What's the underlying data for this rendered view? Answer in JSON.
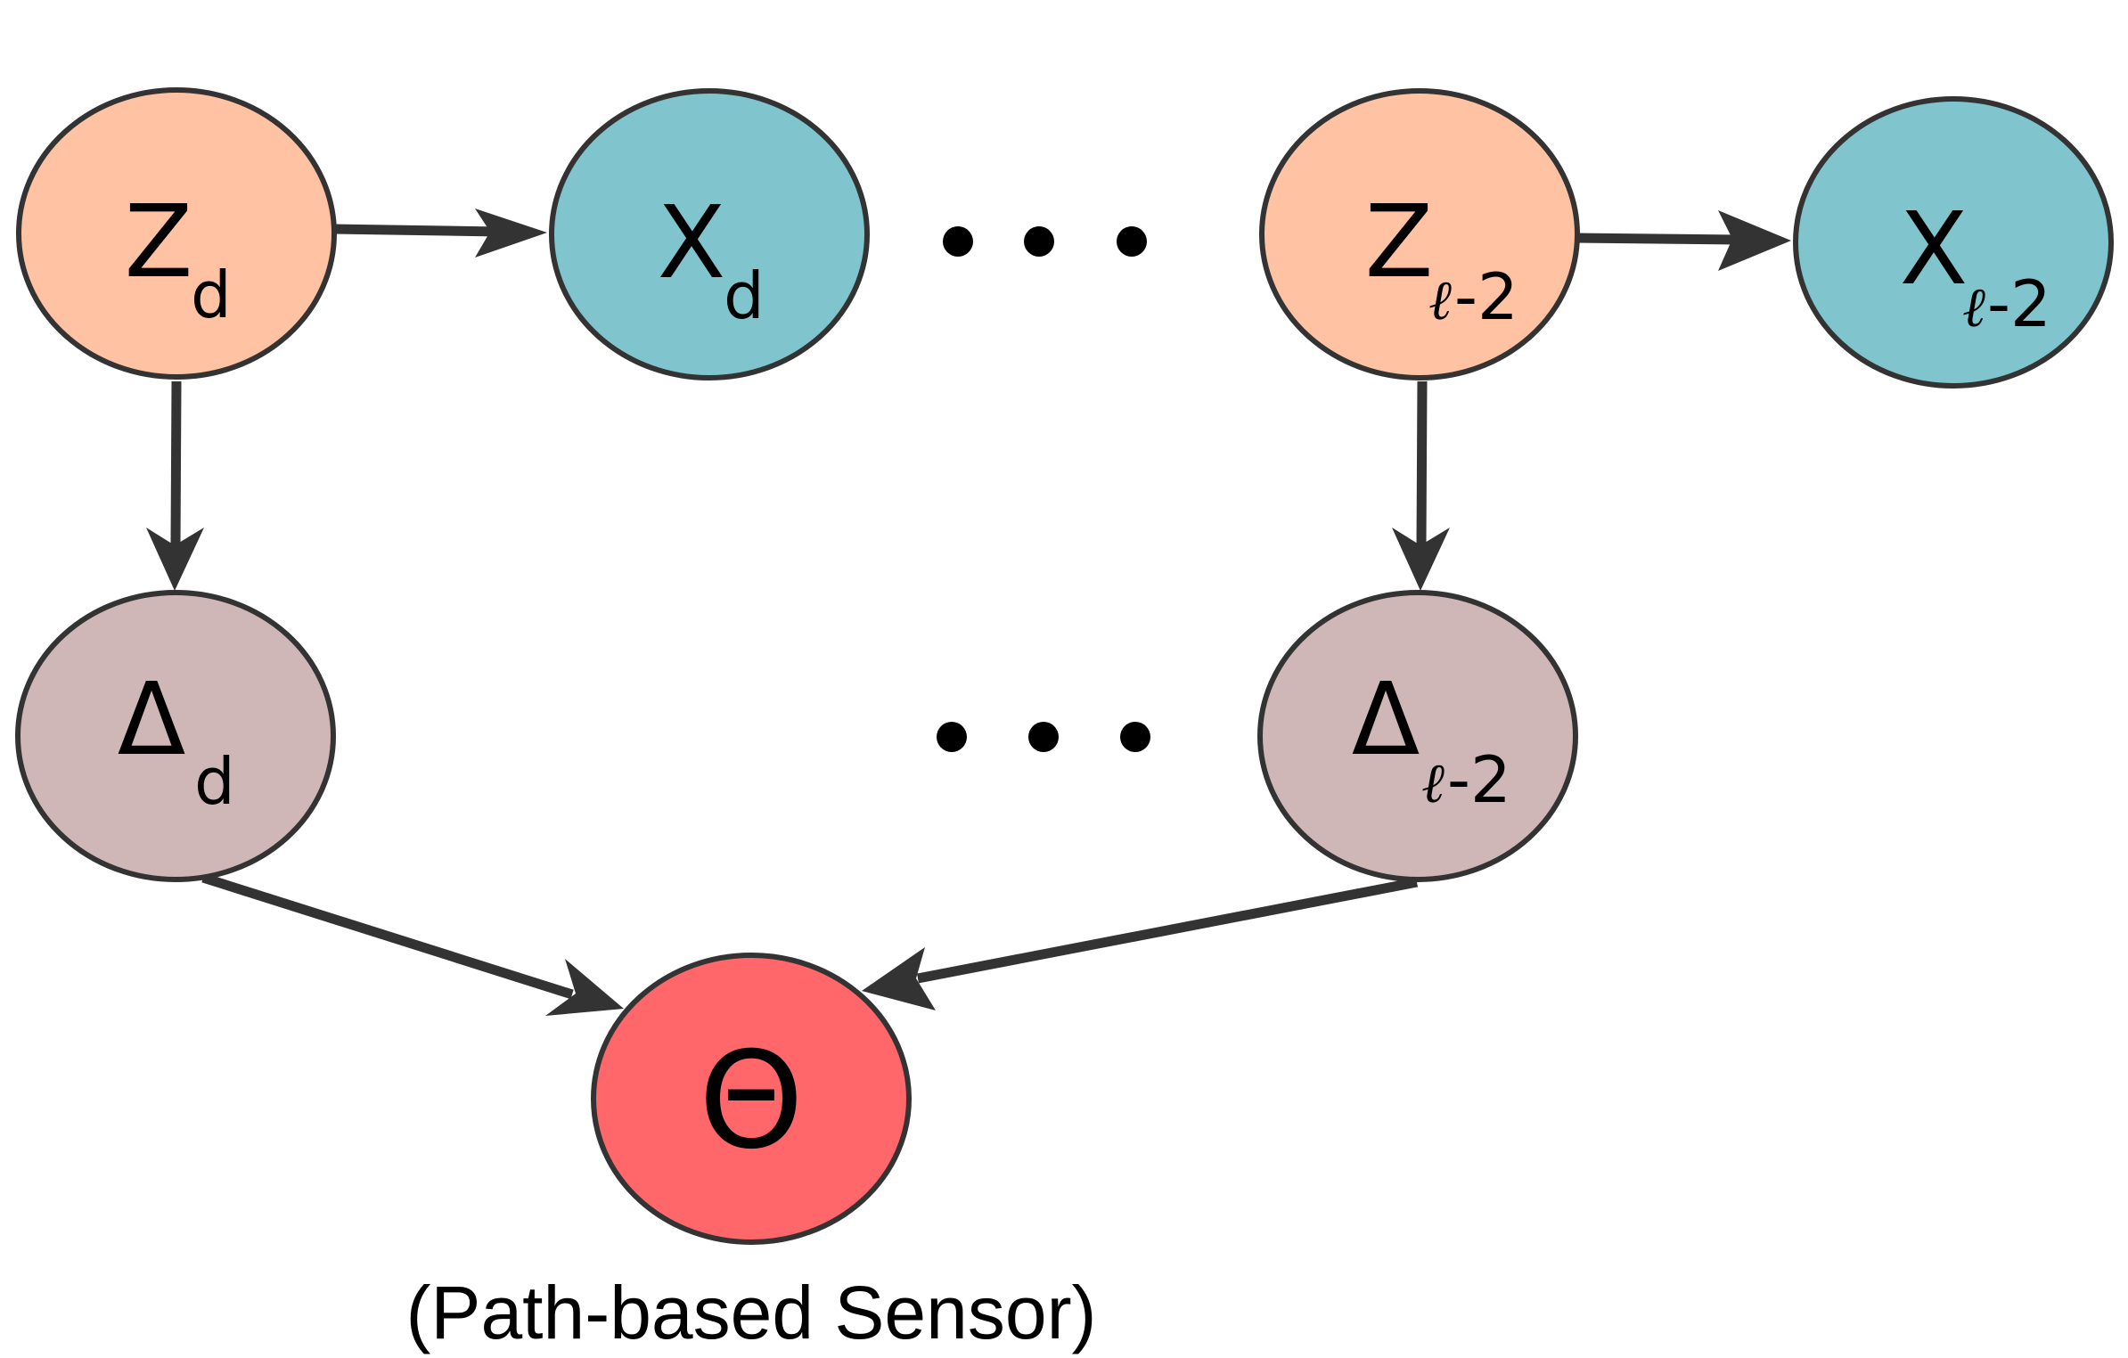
{
  "colors": {
    "latent": "#FFC2A2",
    "observed": "#80C4CE",
    "delta": "#CFB6B7",
    "sensor": "#FF676B",
    "stroke": "#333333"
  },
  "nodes": {
    "z_d": {
      "main": "Z",
      "sub": "d"
    },
    "x_d": {
      "main": "X",
      "sub": "d"
    },
    "z_l2": {
      "main": "Z",
      "ell": "ℓ",
      "sub": "-2"
    },
    "x_l2": {
      "main": "X",
      "ell": "ℓ",
      "sub": "-2"
    },
    "delta_d": {
      "main": "Δ",
      "sub": "d"
    },
    "delta_l2": {
      "main": "Δ",
      "ell": "ℓ",
      "sub": "-2"
    },
    "theta": {
      "main": "Θ"
    }
  },
  "caption": "(Path-based Sensor)"
}
